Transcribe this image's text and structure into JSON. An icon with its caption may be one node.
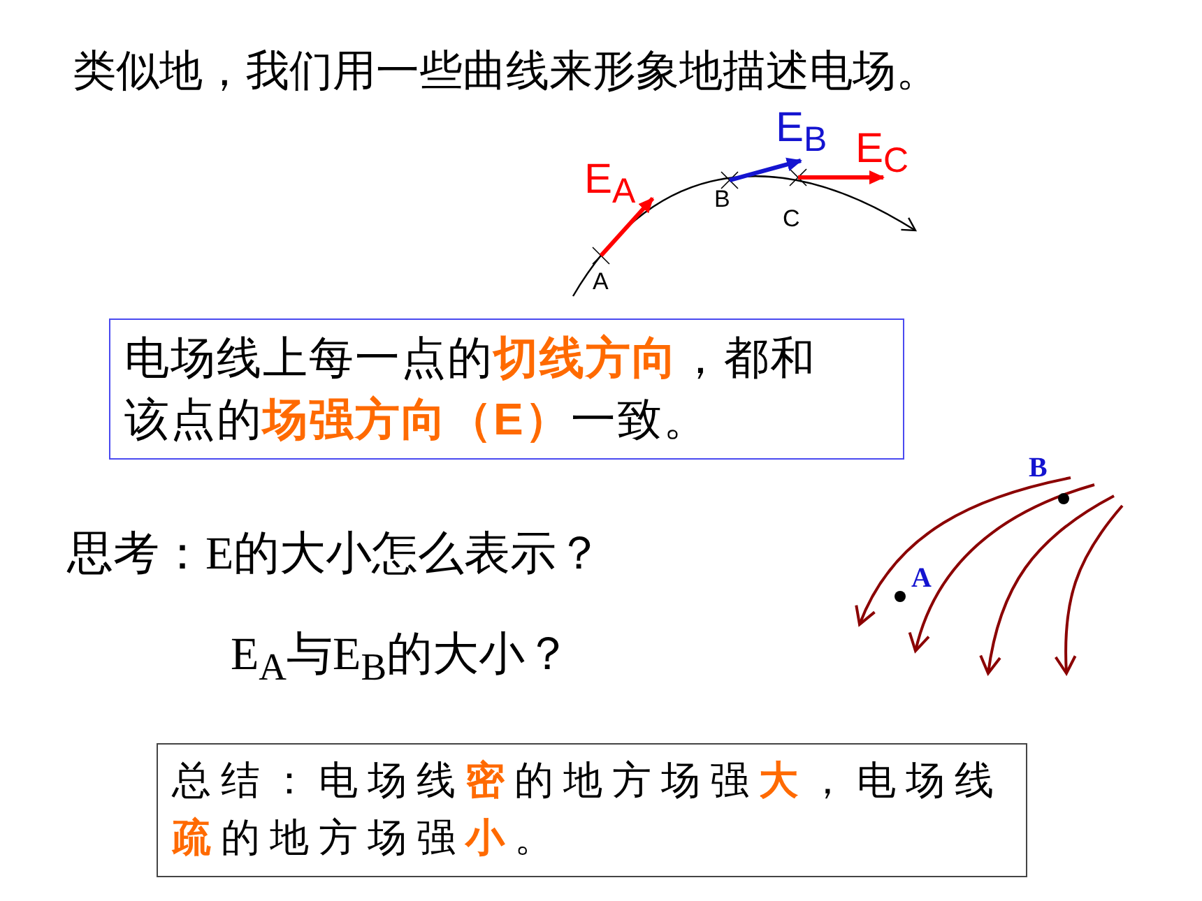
{
  "diagram": {
    "title": "类似地，我们用一些曲线来形象地描述电场。",
    "nodes": [
      {
        "text": [
          "电场线上每一点的**切线方向**，都和该点的**场强方向（E）**一致。"
        ]
      },
      {
        "text": [
          "总结：电场线**密**的地方场强**大**，电场线**疏**的地方场强**小**。"
        ]
      }
    ],
    "edges": [],
    "labels": [
      "E$_{A}$",
      "E$_{B}$",
      "E$_{C}$",
      "B",
      "C",
      "A",
      "B",
      "思考：E的大小怎么表示？",
      "A",
      "E$_{A}$与E$_{B}$的大小？"
    ]
  }
}
